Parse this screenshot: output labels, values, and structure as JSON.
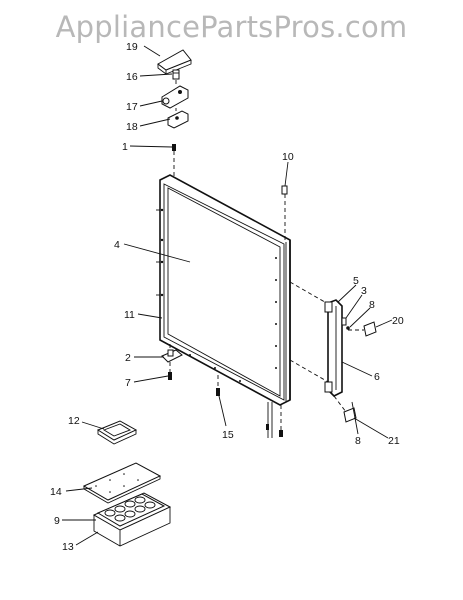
{
  "watermark": "AppliancePartsPros.com",
  "callouts": {
    "c1": "1",
    "c2": "2",
    "c3": "3",
    "c4": "4",
    "c5": "5",
    "c6": "6",
    "c7": "7",
    "c8a": "8",
    "c8b": "8",
    "c9": "9",
    "c10": "10",
    "c11": "11",
    "c12": "12",
    "c13": "13",
    "c14": "14",
    "c15": "15",
    "c16": "16",
    "c17": "17",
    "c18": "18",
    "c19": "19",
    "c20": "20",
    "c21": "21"
  }
}
